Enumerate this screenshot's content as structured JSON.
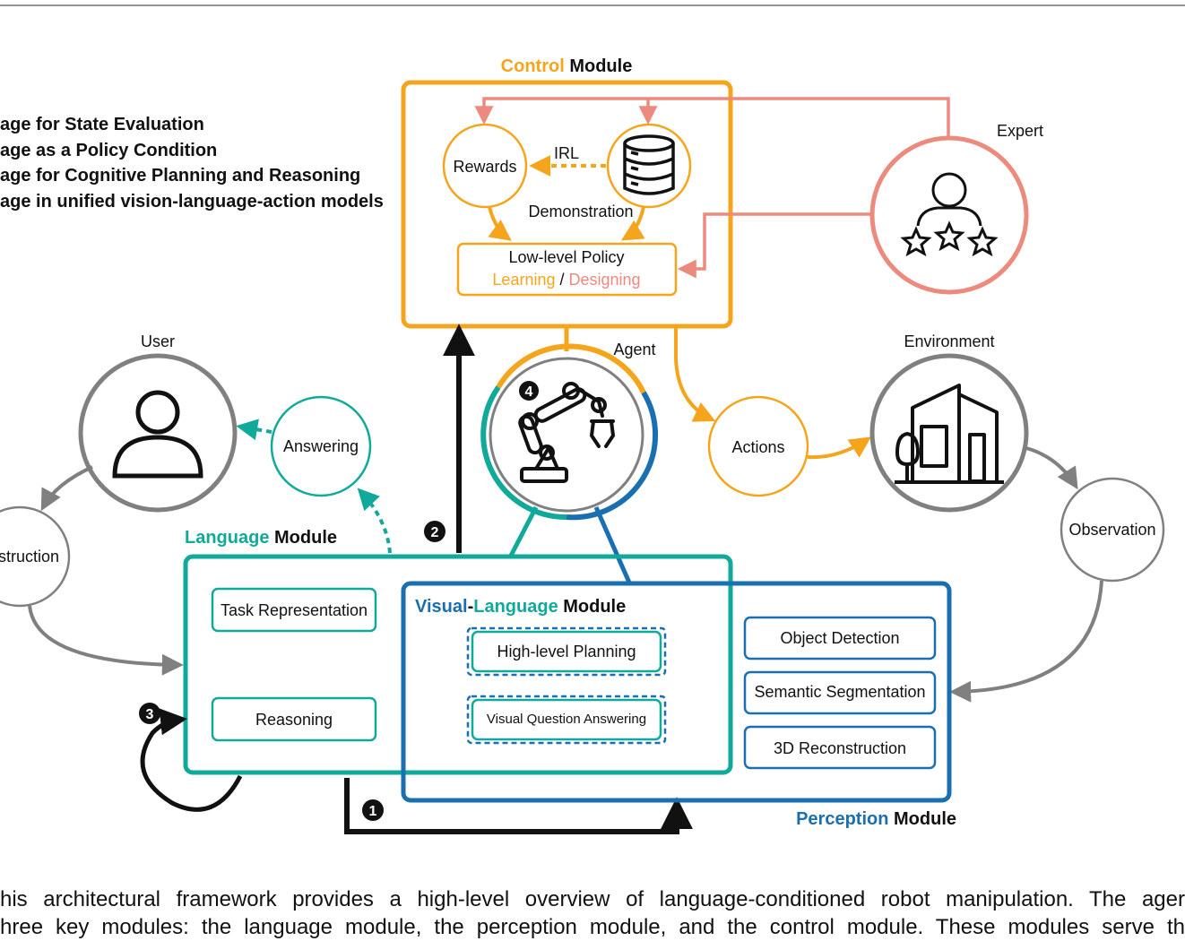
{
  "legend": {
    "item1": "age for State Evaluation",
    "item2": "age as a Policy Condition",
    "item3": "age for Cognitive Planning and Reasoning",
    "item4": "age in unified vision-language-action models"
  },
  "control_module": {
    "title_colored": "Control",
    "title_rest": " Module",
    "rewards": "Rewards",
    "irl": "IRL",
    "demonstration": "Demonstration",
    "policy_line1": "Low-level Policy",
    "policy_learning": "Learning",
    "policy_sep": " / ",
    "policy_designing": "Designing"
  },
  "expert": {
    "label": "Expert"
  },
  "agent": {
    "label": "Agent",
    "badge": "4"
  },
  "user": {
    "label": "User"
  },
  "answering": {
    "label": "Answering"
  },
  "instruction": {
    "label": "struction"
  },
  "actions": {
    "label": "Actions"
  },
  "environment": {
    "label": "Environment"
  },
  "observation": {
    "label": "Observation"
  },
  "language_module": {
    "title_colored": "Language",
    "title_rest": " Module",
    "task_representation": "Task Representation",
    "reasoning": "Reasoning"
  },
  "vl_module": {
    "title_visual": "Visual",
    "title_dash": "-",
    "title_language": "Language",
    "title_rest": " Module",
    "high_level_planning": "High-level Planning",
    "vqa": "Visual Question Answering"
  },
  "perception_module": {
    "title_colored": "Perception",
    "title_rest": " Module",
    "object_detection": "Object Detection",
    "semantic_segmentation": "Semantic Segmentation",
    "reconstruction_3d": "3D Reconstruction"
  },
  "badges": {
    "b1": "1",
    "b2": "2",
    "b3": "3"
  },
  "caption": {
    "line1": "his architectural framework provides a high-level overview of language-conditioned robot manipulation. The ager",
    "line2": "hree key modules: the language module, the perception module, and the control module. These modules serve th"
  },
  "colors": {
    "control": "#f4a51c",
    "expert": "#ec8a7e",
    "language": "#10a99a",
    "perception": "#1a6fb0",
    "gray": "#808080",
    "black": "#111111"
  }
}
